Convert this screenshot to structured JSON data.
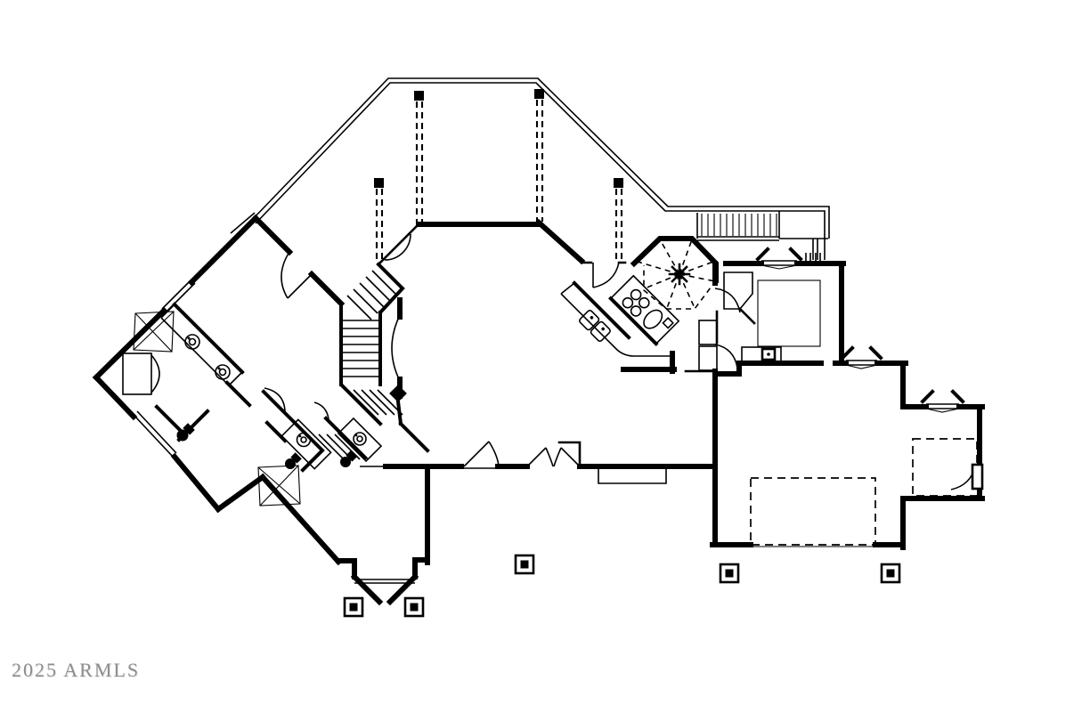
{
  "watermark": {
    "text": "2025 ARMLS"
  },
  "colors": {
    "background": "#ffffff",
    "line": "#000000",
    "watermark": "#8d8d8d",
    "watermark_shadow": "#e4e4e4"
  },
  "floor_plan": {
    "type": "residential-floor-plan",
    "orientation": "angled left wing at 45 degrees, rectilinear right wing",
    "features": [
      {
        "id": "rear-deck-outline",
        "symbol": "double-thin-line"
      },
      {
        "id": "deck-posts",
        "count": 4,
        "symbol": "filled-square-with-double-dashed-lines"
      },
      {
        "id": "deck-stairs",
        "symbol": "parallel-treads"
      },
      {
        "id": "octagonal-nook",
        "symbol": "octagon-with-radial-dashed-ceiling-lines"
      },
      {
        "id": "switchback-staircase",
        "symbol": "treads-with-diagonal-runs"
      },
      {
        "id": "kitchen-counter-sink",
        "symbol": "double-basin-sink"
      },
      {
        "id": "kitchen-island-cooktop",
        "symbol": "rotated-island-with-burners"
      },
      {
        "id": "pantry-cabinets",
        "symbol": "stacked-rectangles"
      },
      {
        "id": "wet-bar-sink",
        "symbol": "counter-with-basin"
      },
      {
        "id": "corner-closet",
        "symbol": "pentagon-with-angled-door"
      },
      {
        "id": "master-bathtub",
        "symbol": "rectangle-with-curved-deck"
      },
      {
        "id": "showers",
        "count": 2,
        "symbol": "x-crossed-square"
      },
      {
        "id": "vanity-sinks",
        "count": 4,
        "symbol": "circle-basin"
      },
      {
        "id": "toilets",
        "count": 3,
        "symbol": "filled-oval-with-tank"
      },
      {
        "id": "garage-door-opening",
        "symbol": "dashed-rectangle"
      },
      {
        "id": "guest-closet",
        "symbol": "dashed-rectangle-with-door"
      },
      {
        "id": "windows",
        "count": 3,
        "symbol": "double-line-with-angled-ticks"
      },
      {
        "id": "door-swings",
        "symbol": "quarter-circle-arcs"
      },
      {
        "id": "entry-porch-posts",
        "count": 2,
        "symbol": "square-post"
      },
      {
        "id": "patio-posts",
        "count": 3,
        "symbol": "square-post"
      },
      {
        "id": "exterior-stoop",
        "symbol": "thin-rectangle-below-wall"
      }
    ]
  }
}
